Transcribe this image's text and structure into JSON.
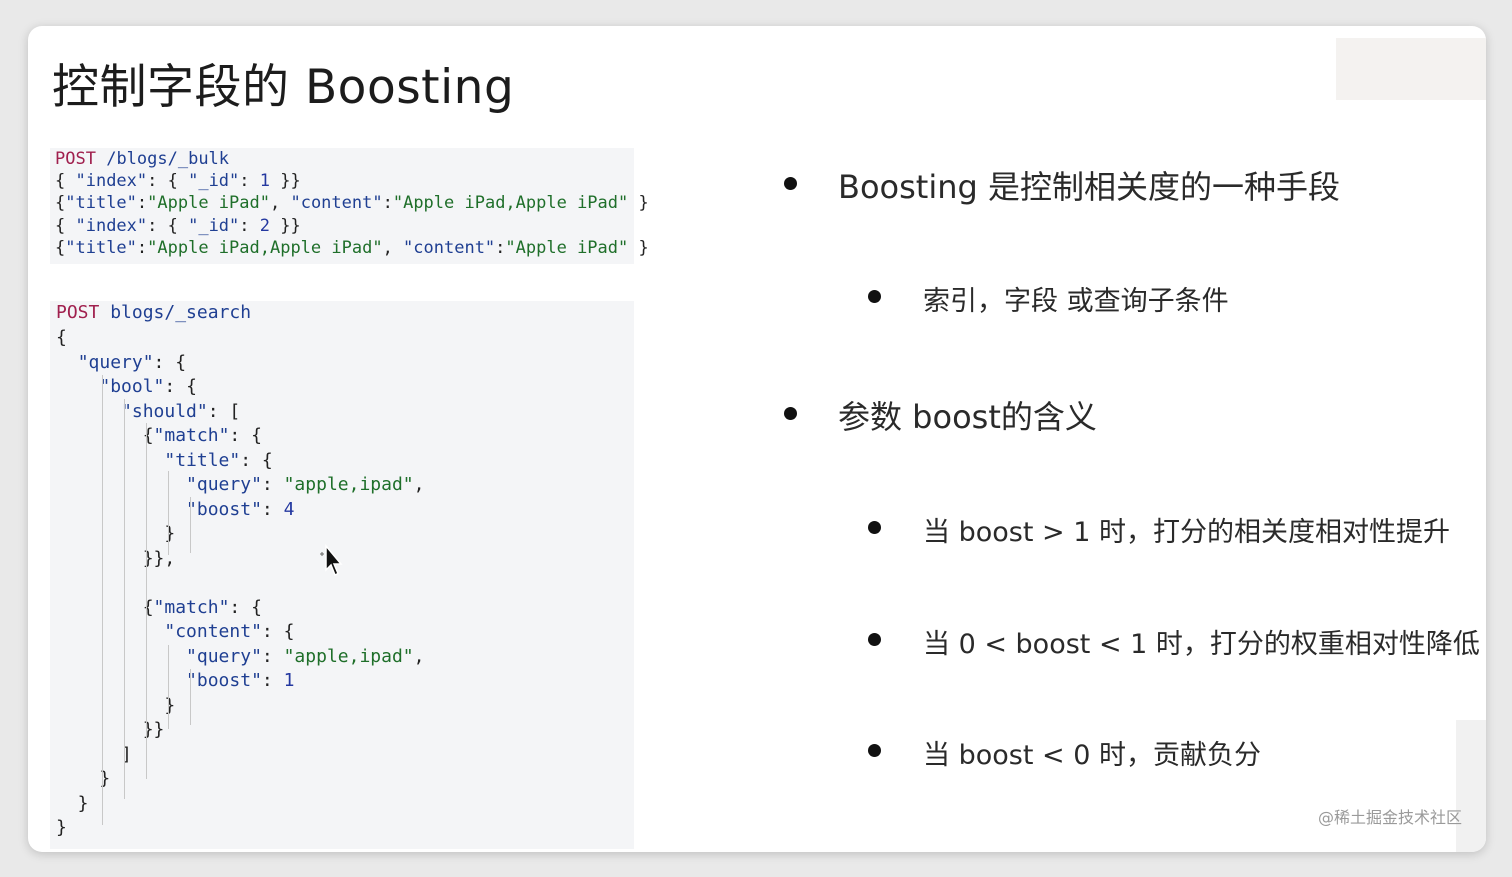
{
  "title": "控制字段的 Boosting",
  "bulk": {
    "method": "POST",
    "path": "/blogs/_bulk",
    "line1": "{ \"index\": { \"_id\": 1 }}",
    "line2": "{\"title\":\"Apple iPad\", \"content\":\"Apple iPad,Apple iPad\" }",
    "line3": "{ \"index\": { \"_id\": 2 }}",
    "line4": "{\"title\":\"Apple iPad,Apple iPad\", \"content\":\"Apple iPad\" }"
  },
  "search": {
    "method": "POST",
    "path": "blogs/_search",
    "lines": [
      "{",
      "  \"query\": {",
      "    \"bool\": {",
      "      \"should\": [",
      "        {\"match\": {",
      "          \"title\": {",
      "            \"query\": \"apple,ipad\",",
      "            \"boost\": 4",
      "          }",
      "        }},",
      "",
      "        {\"match\": {",
      "          \"content\": {",
      "            \"query\": \"apple,ipad\",",
      "            \"boost\": 1",
      "          }",
      "        }}",
      "      ]",
      "    }",
      "  }",
      "}"
    ]
  },
  "bullets": [
    {
      "level": 1,
      "text": "Boosting 是控制相关度的一种手段"
    },
    {
      "level": 2,
      "text": "索引，字段 或查询子条件"
    },
    {
      "level": 1,
      "text": "参数 boost的含义"
    },
    {
      "level": 2,
      "text": "当 boost > 1 时，打分的相关度相对性提升"
    },
    {
      "level": 2,
      "text": "当 0 < boost < 1 时，打分的权重相对性降低"
    },
    {
      "level": 2,
      "text": "当 boost < 0 时，贡献负分"
    }
  ],
  "watermark": "@稀土掘金技术社区",
  "icons": {
    "cursor": "mouse-cursor-icon"
  }
}
